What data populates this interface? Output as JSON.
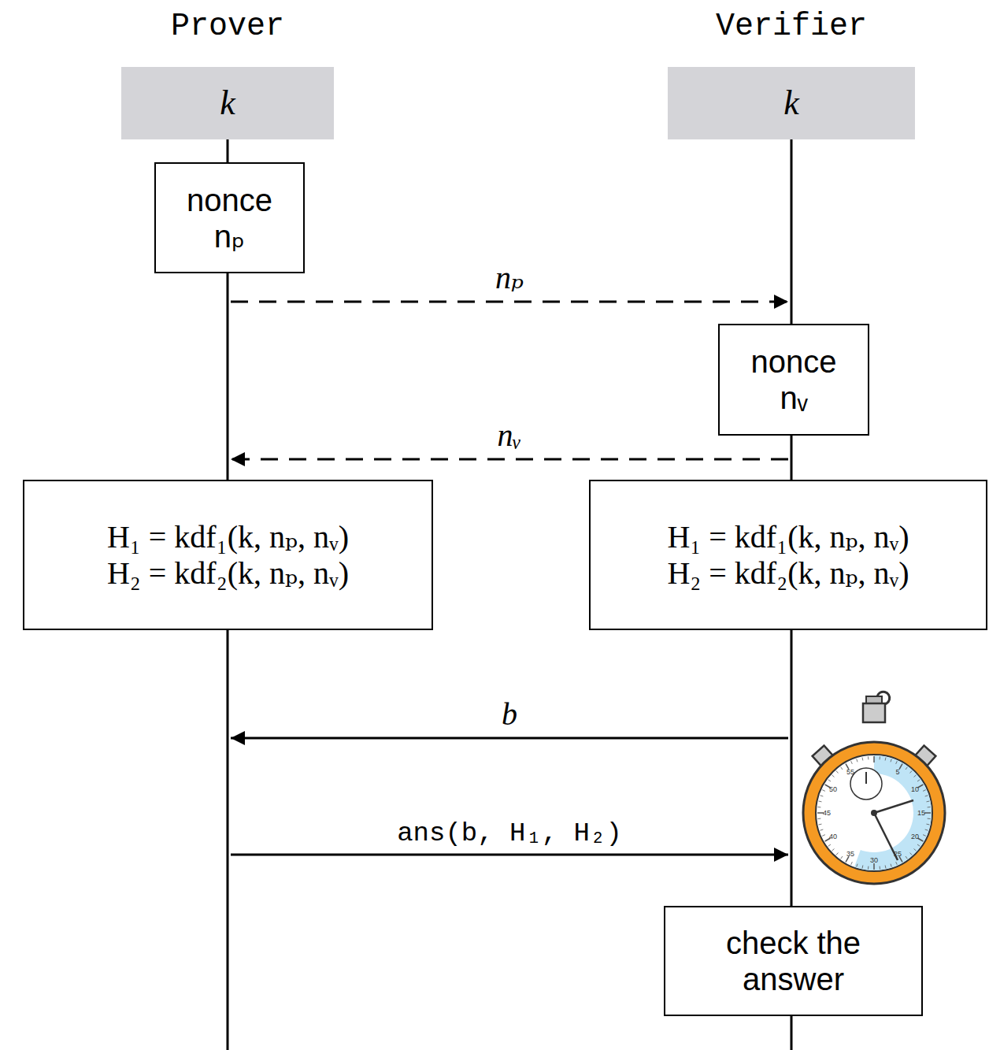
{
  "diagram": {
    "nodes": [
      {
        "text": [
          "Prover",
          "k"
        ]
      },
      {
        "text": [
          "Verifier",
          "k"
        ]
      },
      {
        "text": [
          "nonce nₚ"
        ]
      },
      {
        "text": [
          "nonce nᵥ"
        ]
      },
      {
        "text": [
          "H₁ = kdf₁(k, nₚ, nᵥ)",
          "H₂ = kdf₂(k, nₚ, nᵥ)"
        ]
      },
      {
        "text": [
          "H₁ = kdf₁(k, nₚ, nᵥ)",
          "H₂ = kdf₂(k, nₚ, nᵥ)"
        ]
      },
      {
        "text": [
          "check the answer"
        ]
      }
    ],
    "edges": [
      {
        "from": 0,
        "to": 1,
        "label": "nₚ",
        "arrow": "to"
      },
      {
        "from": 1,
        "to": 0,
        "label": "nᵥ",
        "arrow": "to"
      },
      {
        "from": 1,
        "to": 0,
        "label": "b",
        "arrow": "to"
      },
      {
        "from": 0,
        "to": 1,
        "label": "ans(b, H₁, H₂)",
        "arrow": "to"
      }
    ],
    "labels": [
      "55",
      "5",
      "50",
      "10",
      "45",
      "15",
      "40",
      "20",
      "35",
      "30",
      "25"
    ]
  }
}
